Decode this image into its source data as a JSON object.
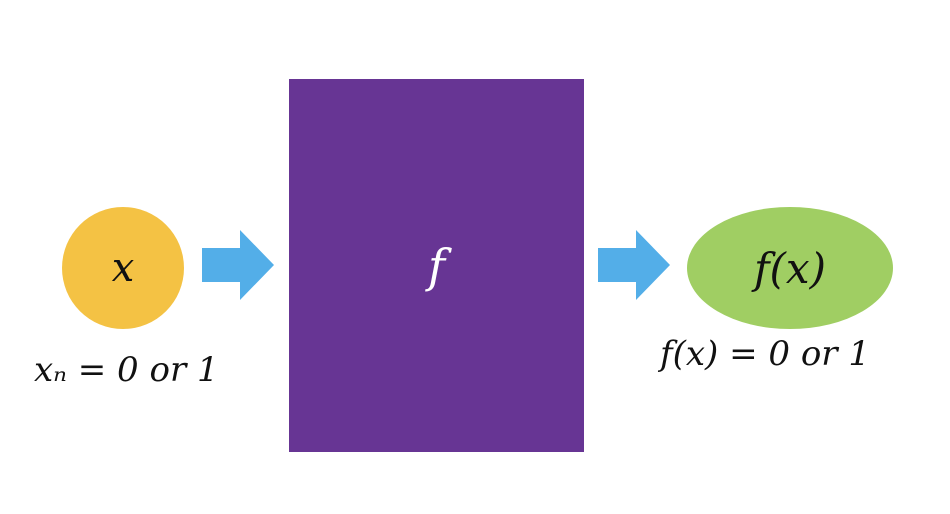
{
  "colors": {
    "input_node": "#f4c244",
    "function_box": "#673594",
    "output_node": "#a0ce63",
    "arrow": "#53aee8"
  },
  "input": {
    "symbol": "x",
    "caption": "xₙ = 0 or 1"
  },
  "function": {
    "symbol": "f"
  },
  "output": {
    "symbol": "f(x)",
    "caption": "f(x) = 0 or 1"
  }
}
